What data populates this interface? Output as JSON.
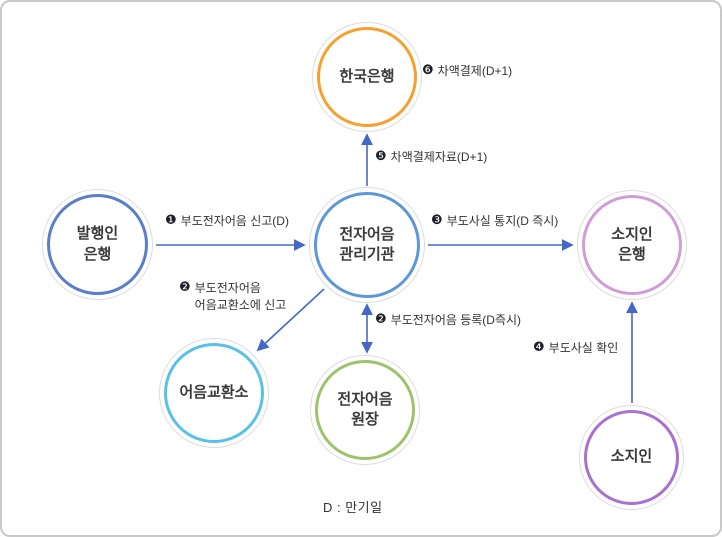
{
  "diagram": {
    "footnote": "D : 만기일",
    "arrow_color": "#4468c8",
    "badge_color": "#1e1e28",
    "nodes": {
      "bok": {
        "label": "한국은행",
        "color": "#f7a02e"
      },
      "issuer_bank": {
        "label": "발행인\n은행",
        "color": "#5b7ecb"
      },
      "manager": {
        "label": "전자어음\n관리기관",
        "color": "#5e97d8"
      },
      "holder_bank": {
        "label": "소지인\n은행",
        "color": "#cf9ed6"
      },
      "clearing_house": {
        "label": "어음교환소",
        "color": "#59c1e8"
      },
      "ledger": {
        "label": "전자어음\n원장",
        "color": "#9dc36a"
      },
      "holder": {
        "label": "소지인",
        "color": "#a96fd1"
      }
    },
    "steps": {
      "s1": {
        "num": "❶",
        "text": "부도전자어음 신고(D)"
      },
      "s2a": {
        "num": "❷",
        "text": "부도전자어음\n어음교환소에 신고"
      },
      "s2b": {
        "num": "❷",
        "text": "부도전자어음 등록(D즉시)"
      },
      "s3": {
        "num": "❸",
        "text": "부도사실 통지(D 즉시)"
      },
      "s4": {
        "num": "❹",
        "text": "부도사실 확인"
      },
      "s5": {
        "num": "❺",
        "text": "차액결제자료(D+1)"
      },
      "s6": {
        "num": "❻",
        "text": "차액결제(D+1)"
      }
    }
  }
}
